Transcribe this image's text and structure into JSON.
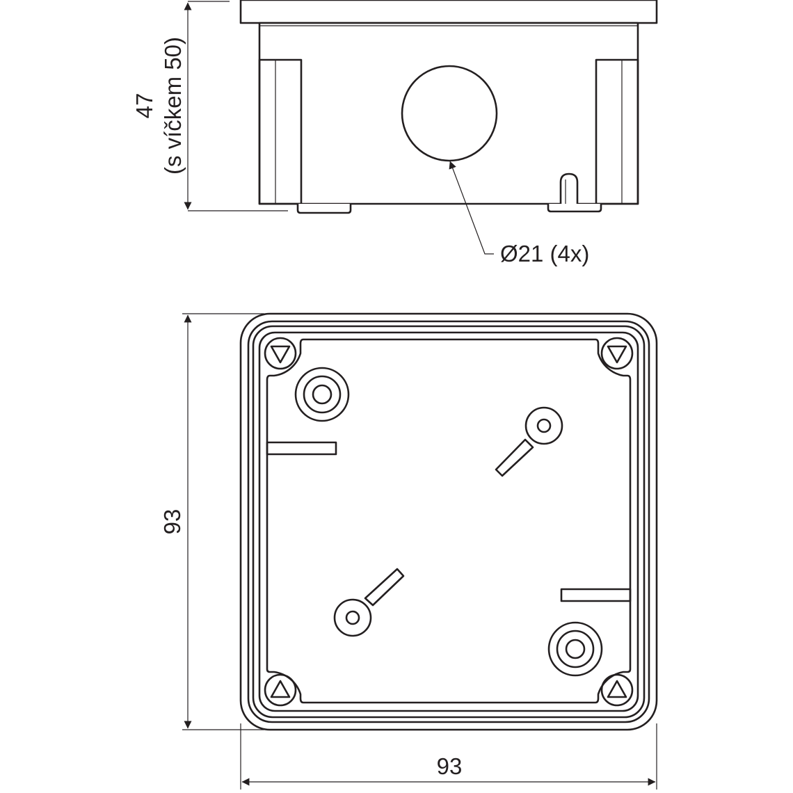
{
  "dimensions": {
    "height_label": "47",
    "height_with_lid_label": "(s víčkem 50)",
    "hole_callout": "Ø21 (4x)",
    "side_label": "93",
    "bottom_label": "93"
  },
  "colors": {
    "line": "#231f20",
    "background": "#ffffff"
  }
}
